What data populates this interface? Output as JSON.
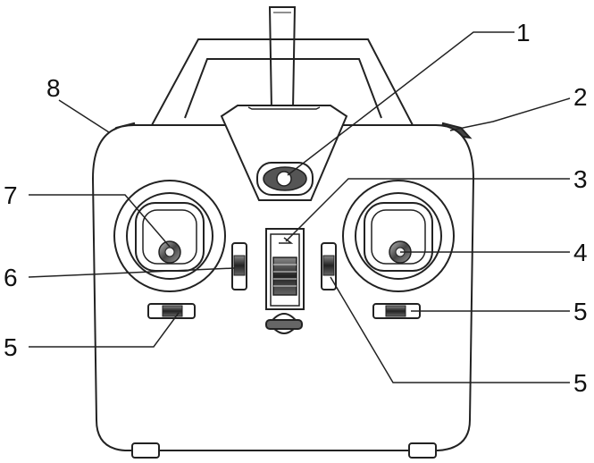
{
  "callouts": {
    "c1": "1",
    "c2": "2",
    "c3": "3",
    "c4": "4",
    "c5_right_upper": "5",
    "c5_right_lower": "5",
    "c5_left": "5",
    "c6": "6",
    "c7": "7",
    "c8": "8"
  },
  "drawing": {
    "subject": "remote-controller-front-view",
    "stroke_color": "#222222",
    "fill_color": "#ffffff",
    "shade_color": "#555555"
  }
}
